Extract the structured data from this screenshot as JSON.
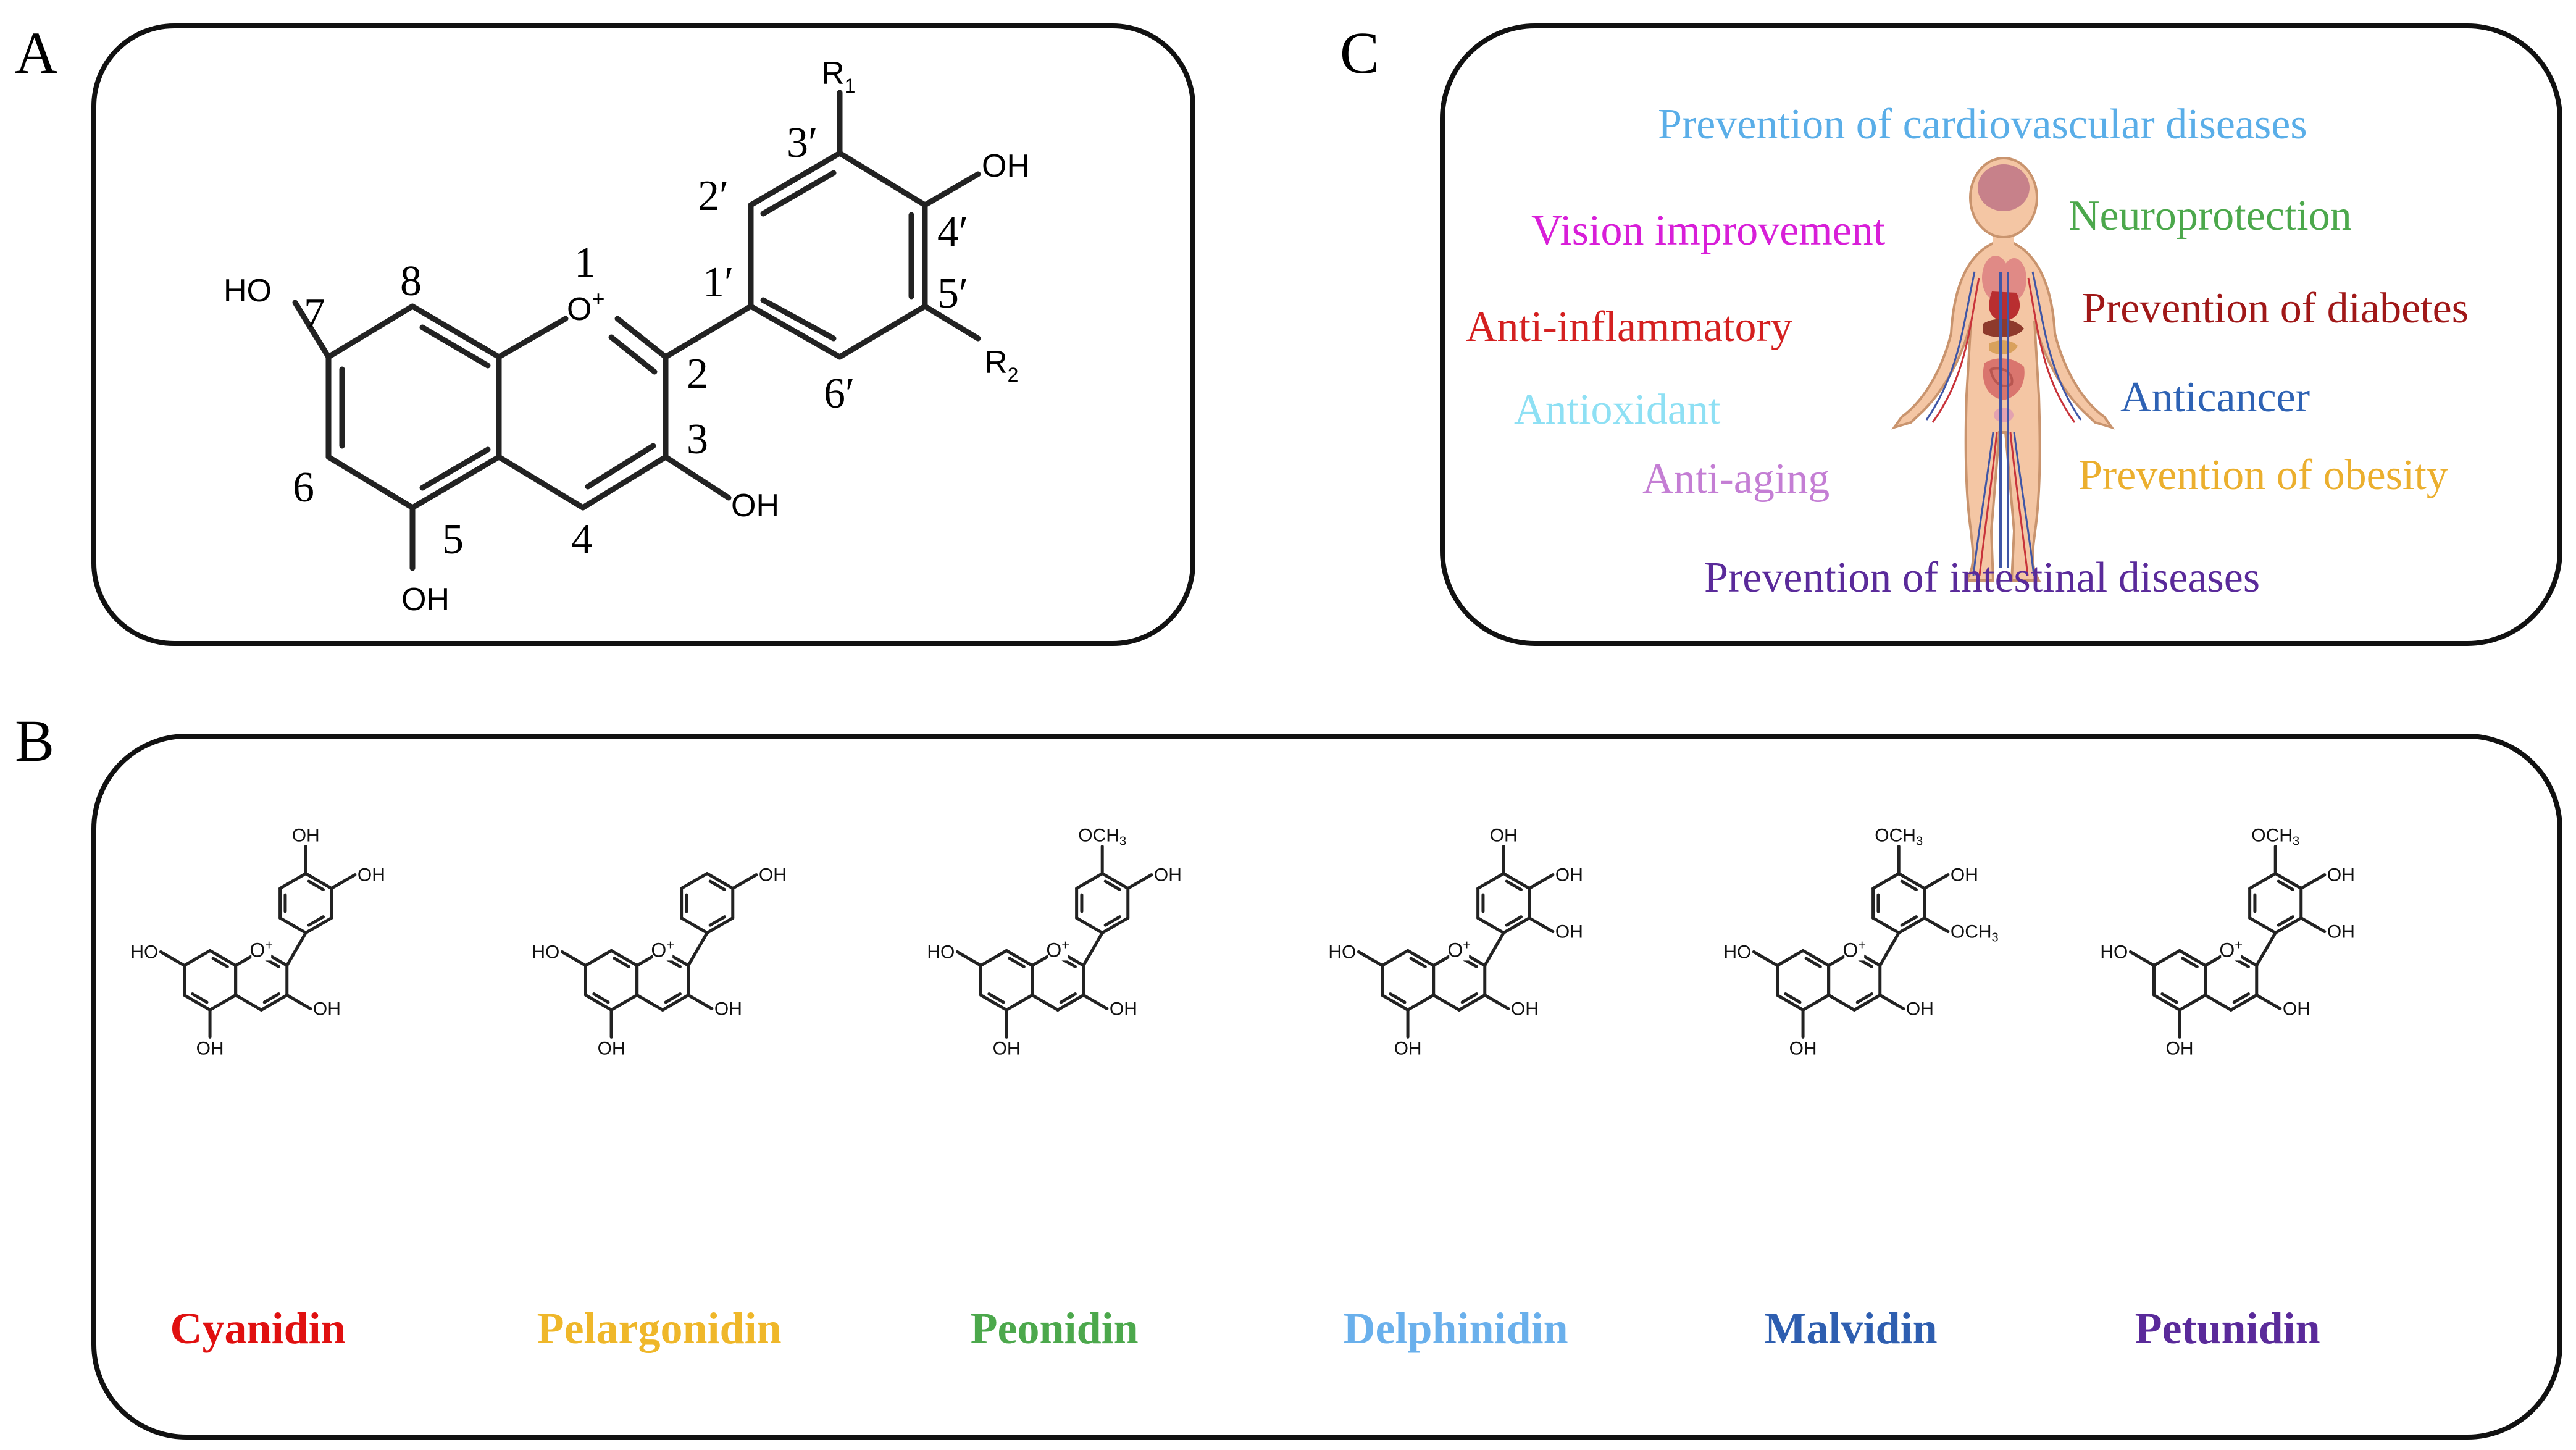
{
  "panels": {
    "a": {
      "letter": "A"
    },
    "b": {
      "letter": "B"
    },
    "c": {
      "letter": "C"
    }
  },
  "structure_a": {
    "numbers": [
      "1",
      "2",
      "3",
      "4",
      "5",
      "6",
      "7",
      "8",
      "1′",
      "2′",
      "3′",
      "4′",
      "5′",
      "6′"
    ],
    "oxonium": "O",
    "charge": "+",
    "oh": "OH",
    "ho": "HO",
    "r": "R",
    "r1_sub": "1",
    "r2_sub": "2"
  },
  "benefits": [
    {
      "text": "Prevention of cardiovascular diseases",
      "color": "#5AAEE8"
    },
    {
      "text": "Vision improvement",
      "color": "#D81ED8"
    },
    {
      "text": "Neuroprotection",
      "color": "#4CA84C"
    },
    {
      "text": "Anti-inflammatory",
      "color": "#D42020"
    },
    {
      "text": "Prevention of diabetes",
      "color": "#A01818"
    },
    {
      "text": "Antioxidant",
      "color": "#8EE0F4"
    },
    {
      "text": "Anticancer",
      "color": "#2E62B4"
    },
    {
      "text": "Anti-aging",
      "color": "#C47ED4"
    },
    {
      "text": "Prevention of obesity",
      "color": "#EBAF2E"
    },
    {
      "text": "Prevention of intestinal diseases",
      "color": "#5A2A9A"
    }
  ],
  "anthocyanidins": [
    {
      "name": "Cyanidin",
      "color": "#E01010",
      "r1": "OH",
      "r2": ""
    },
    {
      "name": "Pelargonidin",
      "color": "#EFB72A",
      "r1": "",
      "r2": ""
    },
    {
      "name": "Peonidin",
      "color": "#4CA84C",
      "r1": "OCH3",
      "r2": ""
    },
    {
      "name": "Delphinidin",
      "color": "#6AB0EC",
      "r1": "OH",
      "r2": "OH"
    },
    {
      "name": "Malvidin",
      "color": "#2E5EB0",
      "r1": "OCH3",
      "r2": "OCH3"
    },
    {
      "name": "Petunidin",
      "color": "#5A2A9A",
      "r1": "OCH3",
      "r2": "OH"
    }
  ],
  "icons": {
    "human_body": "human-body-icon"
  }
}
